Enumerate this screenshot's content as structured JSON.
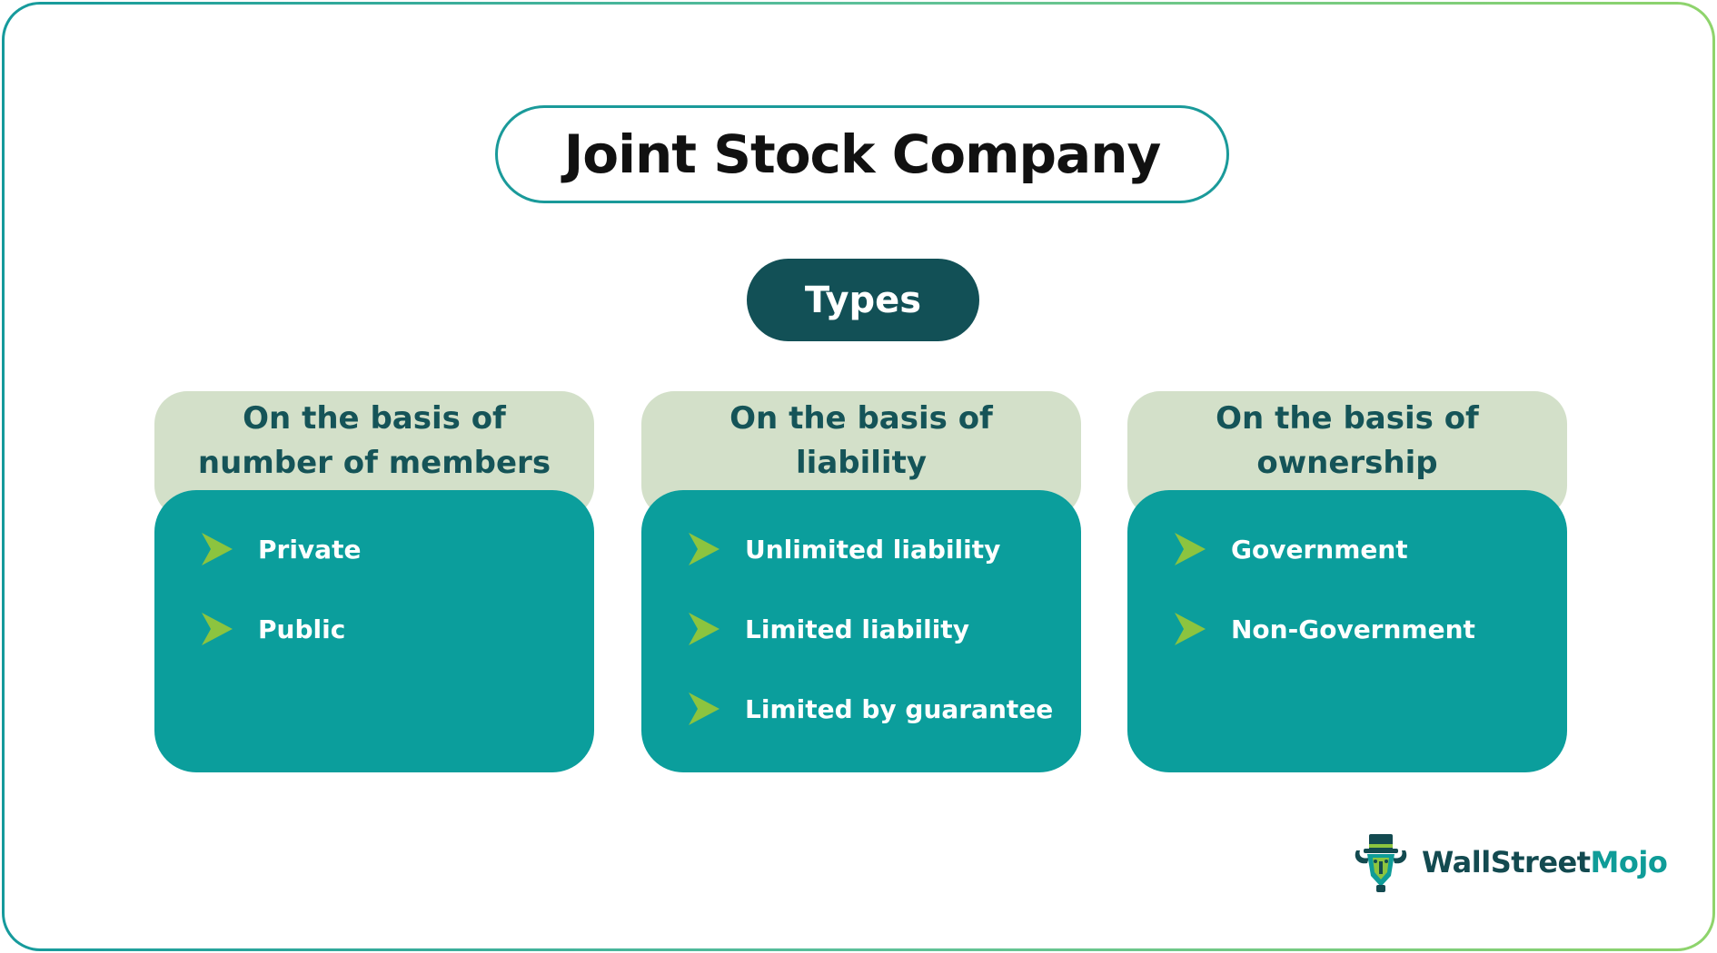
{
  "title": "Joint Stock Company",
  "types_label": "Types",
  "columns": [
    {
      "heading_line1": "On the basis of",
      "heading_line2": "number of members",
      "items": [
        "Private",
        "Public"
      ]
    },
    {
      "heading_line1": "On the basis of",
      "heading_line2": "liability",
      "items": [
        "Unlimited liability",
        "Limited liability",
        "Limited by guarantee"
      ]
    },
    {
      "heading_line1": "On the basis of",
      "heading_line2": "ownership",
      "items": [
        "Government",
        "Non-Government"
      ]
    }
  ],
  "logo": {
    "part1": "WallStreet",
    "part2": "Mojo",
    "icon": "bull-icon"
  },
  "colors": {
    "title_border": "#1a9a9a",
    "types_fill": "#125056",
    "heading_fill": "#d3e0c9",
    "heading_text": "#155458",
    "body_fill": "#0b9e9c",
    "arrow": "#8cc43f"
  }
}
